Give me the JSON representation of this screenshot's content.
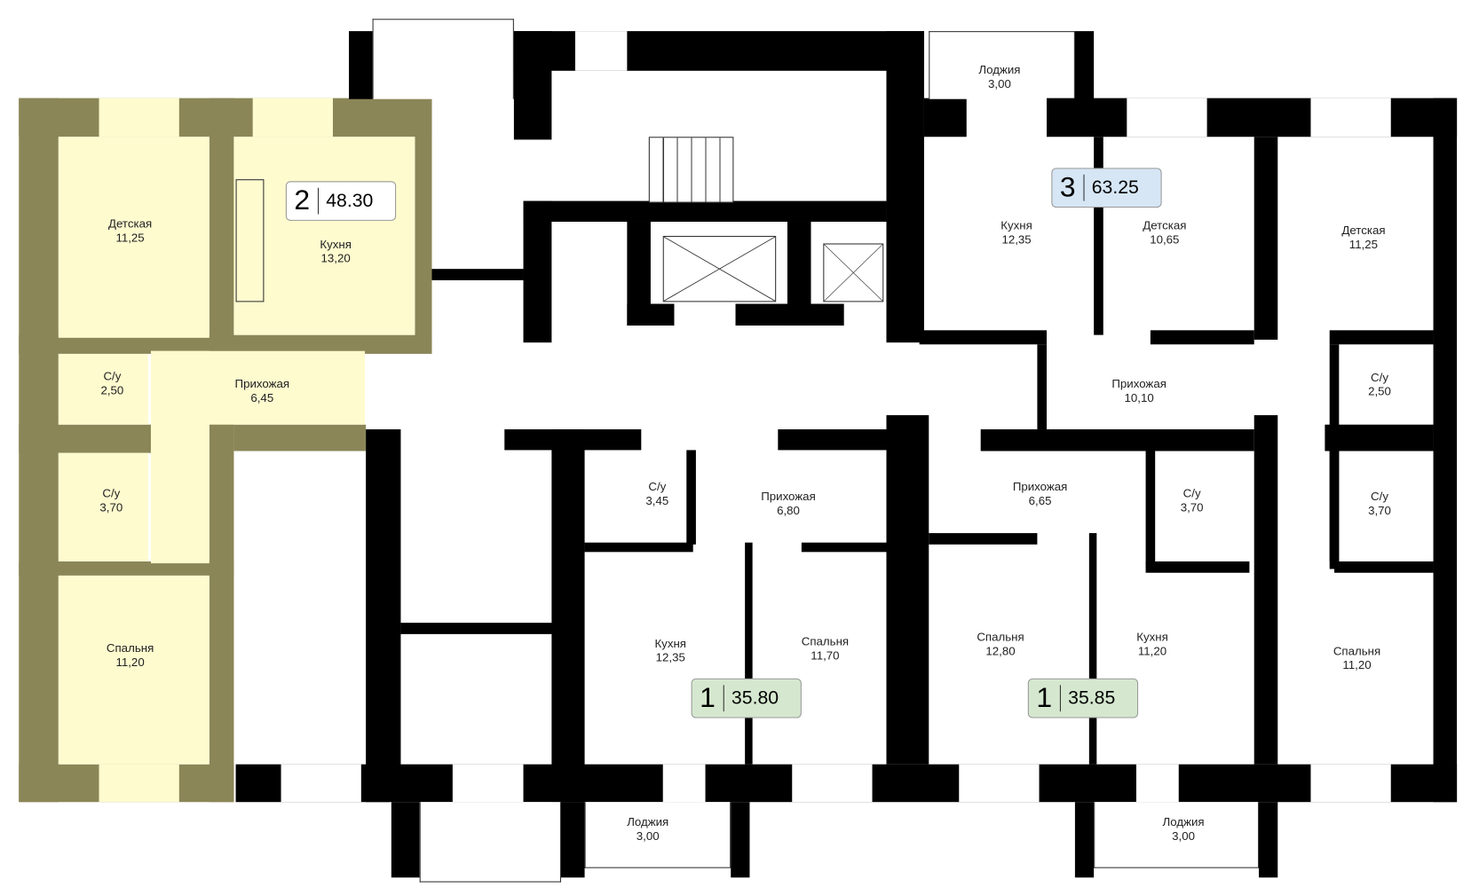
{
  "apartments": [
    {
      "rooms_count": "2",
      "area": "48.30",
      "color": "#fefbcf",
      "badge_color": "#ffffff"
    },
    {
      "rooms_count": "3",
      "area": "63.25",
      "badge_color": "#d6e6f5"
    },
    {
      "rooms_count": "1",
      "area": "35.80",
      "badge_color": "#d5e8cf"
    },
    {
      "rooms_count": "1",
      "area": "35.85",
      "badge_color": "#d5e8cf"
    }
  ],
  "rooms": [
    {
      "name": "Детская",
      "area": "11,25"
    },
    {
      "name": "Кухня",
      "area": "13,20"
    },
    {
      "name": "С/у",
      "area": "2,50"
    },
    {
      "name": "Прихожая",
      "area": "6,45"
    },
    {
      "name": "С/у",
      "area": "3,70"
    },
    {
      "name": "Спальня",
      "area": "11,20"
    },
    {
      "name": "Лоджия",
      "area": "3,00"
    },
    {
      "name": "Кухня",
      "area": "12,35"
    },
    {
      "name": "Детская",
      "area": "10,65"
    },
    {
      "name": "Детская",
      "area": "11,25"
    },
    {
      "name": "Прихожая",
      "area": "10,10"
    },
    {
      "name": "С/у",
      "area": "2,50"
    },
    {
      "name": "С/у",
      "area": "3,45"
    },
    {
      "name": "Прихожая",
      "area": "6,80"
    },
    {
      "name": "Прихожая",
      "area": "6,65"
    },
    {
      "name": "С/у",
      "area": "3,70"
    },
    {
      "name": "С/у",
      "area": "3,70"
    },
    {
      "name": "Кухня",
      "area": "12,35"
    },
    {
      "name": "Спальня",
      "area": "11,70"
    },
    {
      "name": "Спальня",
      "area": "12,80"
    },
    {
      "name": "Кухня",
      "area": "11,20"
    },
    {
      "name": "Спальня",
      "area": "11,20"
    },
    {
      "name": "Лоджия",
      "area": "3,00"
    },
    {
      "name": "Лоджия",
      "area": "3,00"
    }
  ]
}
